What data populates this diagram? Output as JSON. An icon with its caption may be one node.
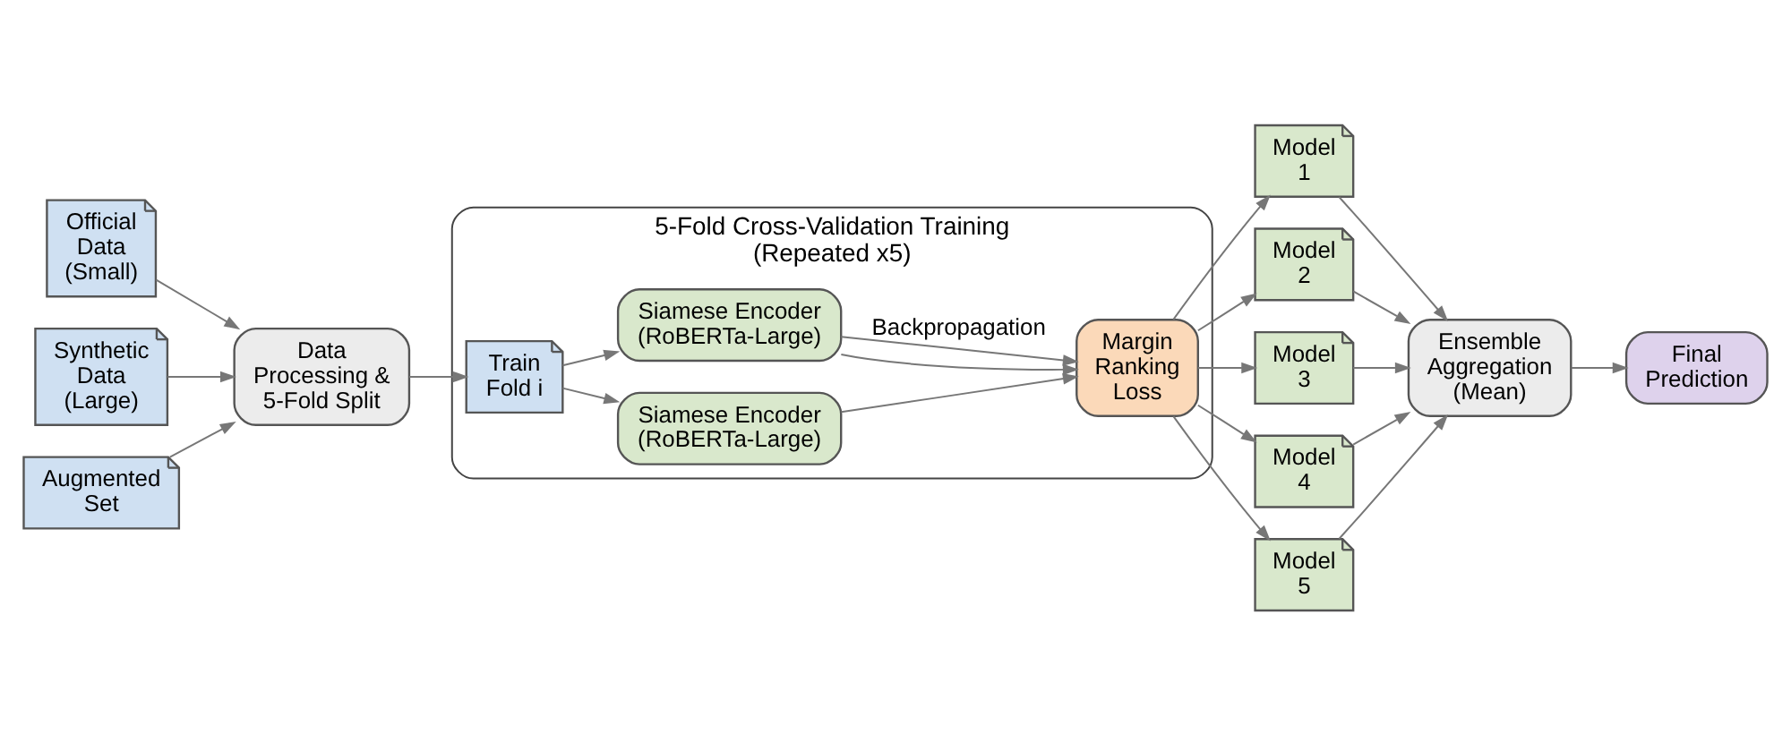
{
  "diagram": {
    "nodes": [
      {
        "text": [
          "Official Data (Small)"
        ]
      },
      {
        "text": [
          "Synthetic Data (Large)"
        ]
      },
      {
        "text": [
          "Augmented Set"
        ]
      },
      {
        "text": [
          "Data Processing & 5-Fold Split"
        ]
      },
      {
        "text": [
          "5-Fold Cross-Validation Training (Repeated x5)"
        ]
      },
      {
        "text": [
          "Train Fold i"
        ],
        "in": 4
      },
      {
        "text": [
          "Siamese Encoder (RoBERTa-Large)"
        ],
        "in": 4
      },
      {
        "text": [
          "Siamese Encoder (RoBERTa-Large)"
        ],
        "in": 4
      },
      {
        "text": [
          "Margin Ranking Loss"
        ],
        "in": 4
      },
      {
        "text": [
          "Model 1"
        ]
      },
      {
        "text": [
          "Model 2"
        ]
      },
      {
        "text": [
          "Model 3"
        ]
      },
      {
        "text": [
          "Model 4"
        ]
      },
      {
        "text": [
          "Model 5"
        ]
      },
      {
        "text": [
          "Ensemble Aggregation (Mean)"
        ]
      },
      {
        "text": [
          "Final Prediction"
        ]
      }
    ],
    "edges": [
      {
        "from": 0,
        "to": 3,
        "arrow": "to"
      },
      {
        "from": 1,
        "to": 3,
        "arrow": "to"
      },
      {
        "from": 2,
        "to": 3,
        "arrow": "to"
      },
      {
        "from": 3,
        "to": 5,
        "arrow": "to"
      },
      {
        "from": 5,
        "to": 6,
        "arrow": "to"
      },
      {
        "from": 5,
        "to": 7,
        "arrow": "to"
      },
      {
        "from": 6,
        "to": 8,
        "arrow": "to"
      },
      {
        "from": 7,
        "to": 8,
        "arrow": "to"
      },
      {
        "from": 7,
        "to": 8,
        "arrow": "to",
        "label": "Backpropagation"
      },
      {
        "from": 8,
        "to": 9,
        "arrow": "to"
      },
      {
        "from": 8,
        "to": 10,
        "arrow": "to"
      },
      {
        "from": 8,
        "to": 11,
        "arrow": "to"
      },
      {
        "from": 8,
        "to": 12,
        "arrow": "to"
      },
      {
        "from": 8,
        "to": 13,
        "arrow": "to"
      },
      {
        "from": 9,
        "to": 14,
        "arrow": "to"
      },
      {
        "from": 10,
        "to": 14,
        "arrow": "to"
      },
      {
        "from": 11,
        "to": 14,
        "arrow": "to"
      },
      {
        "from": 12,
        "to": 14,
        "arrow": "to"
      },
      {
        "from": 13,
        "to": 14,
        "arrow": "to"
      },
      {
        "from": 14,
        "to": 15,
        "arrow": "to"
      }
    ]
  }
}
